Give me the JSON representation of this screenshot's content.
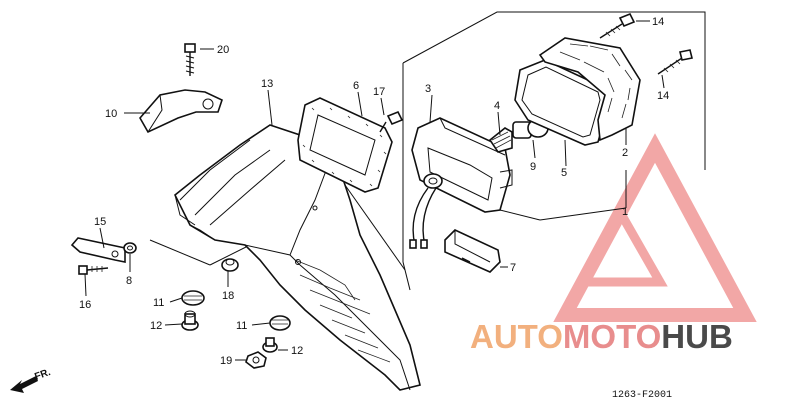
{
  "diagram": {
    "part_numbers": [
      "1",
      "2",
      "3",
      "4",
      "5",
      "6",
      "7",
      "8",
      "9",
      "10",
      "11",
      "11",
      "12",
      "12",
      "13",
      "14",
      "14",
      "15",
      "16",
      "17",
      "18",
      "19",
      "20"
    ],
    "drawing_code": "1263-F2001",
    "direction_label": "FR."
  },
  "watermark": {
    "part_a": "AUTO",
    "part_b": "MOTO",
    "part_c": "HUB",
    "logo_color": "#e8605f"
  }
}
